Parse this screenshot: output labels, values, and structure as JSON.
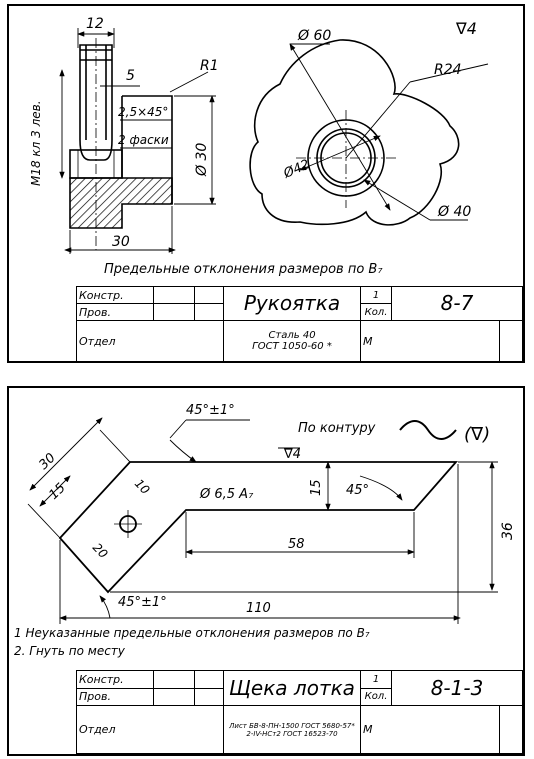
{
  "sheet1": {
    "dims": {
      "d12": "12",
      "d5": "5",
      "r1": "R1",
      "thread": "M18 кл 3 лев.",
      "chamfer": "2,5×45°",
      "chamfer_note": "2 фаски",
      "d30": "Ø 30",
      "len30": "30",
      "d60": "Ø 60",
      "roughness": "∇4",
      "r24": "R24",
      "d42": "Ø42",
      "d40": "Ø 40"
    },
    "note": "Предельные отклонения размеров по В₇",
    "title_block": {
      "konstr": "Констр.",
      "prov": "Пров.",
      "otdel": "Отдел",
      "name": "Рукоятка",
      "qty": "1",
      "qty_label": "Кол.",
      "code": "8-7",
      "material_line1": "Сталь 40",
      "material_line2": "ГОСТ 1050-60 *",
      "scale_label": "М"
    }
  },
  "sheet2": {
    "dims": {
      "angle_top": "45°±1°",
      "contour": "По контуру",
      "contour_symbol": "(∇)",
      "roughness": "∇4",
      "d30": "30",
      "d15a": "15",
      "d10": "10",
      "hole": "Ø 6,5 А₇",
      "d15b": "15",
      "angle45": "45°",
      "d20": "20",
      "d58": "58",
      "d36": "36",
      "angle_bottom": "45°±1°",
      "d110": "110"
    },
    "notes": [
      "1  Неуказанные предельные отклонения размеров по В₇",
      "2. Гнуть по месту"
    ],
    "title_block": {
      "konstr": "Констр.",
      "prov": "Пров.",
      "otdel": "Отдел",
      "name": "Щека лотка",
      "qty": "1",
      "qty_label": "Кол.",
      "code": "8-1-3",
      "material_line1": "Лист БВ-8-ПН-1500 ГОСТ 5680-57*",
      "material_line2": "2-IV-НСт2 ГОСТ 16523-70",
      "scale_label": "М"
    }
  }
}
